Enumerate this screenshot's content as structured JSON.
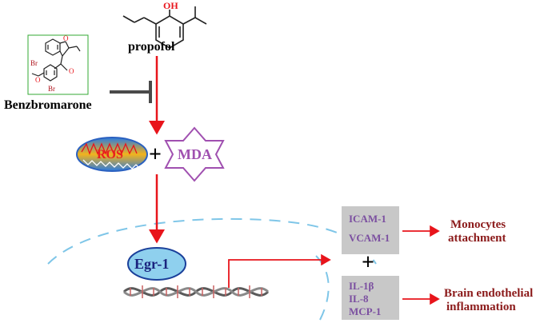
{
  "propofol": {
    "oh_label": "OH",
    "name": "propofol"
  },
  "benzbromarone": {
    "name": "Benzbromarone",
    "atom_o_ring": "O",
    "atom_o_keto": "O",
    "atom_br_top": "Br",
    "atom_br_bottom": "Br",
    "atom_o_methoxy": "O"
  },
  "ros": {
    "label": "ROS"
  },
  "plus_main": "+",
  "mda": {
    "label": "MDA"
  },
  "egr1": {
    "label": "Egr-1"
  },
  "box_adhesion": {
    "items": [
      "ICAM-1",
      "VCAM-1"
    ]
  },
  "plus_right": "+",
  "box_cytokines": {
    "items": [
      "IL-1β",
      "IL-8",
      "MCP-1"
    ]
  },
  "outcome_1": {
    "line1": "Monocytes",
    "line2": "attachment"
  },
  "outcome_2": {
    "line1": "Brain endothelial",
    "line2": "inflammation"
  },
  "colors": {
    "arrow_red": "#e8141b",
    "inhibit_gray": "#4a4a4a",
    "outcome_text": "#8b1a1a",
    "box_fill": "#c8c8c8",
    "box_text": "#7b4fa0",
    "mda_stroke": "#a050b0",
    "ros_fill": "#1e6fd8",
    "ros_text": "#e82020",
    "egr_fill": "#8fd0ee",
    "nucleus_dash": "#7fc6e8",
    "structure_frame": "#33aa33"
  }
}
